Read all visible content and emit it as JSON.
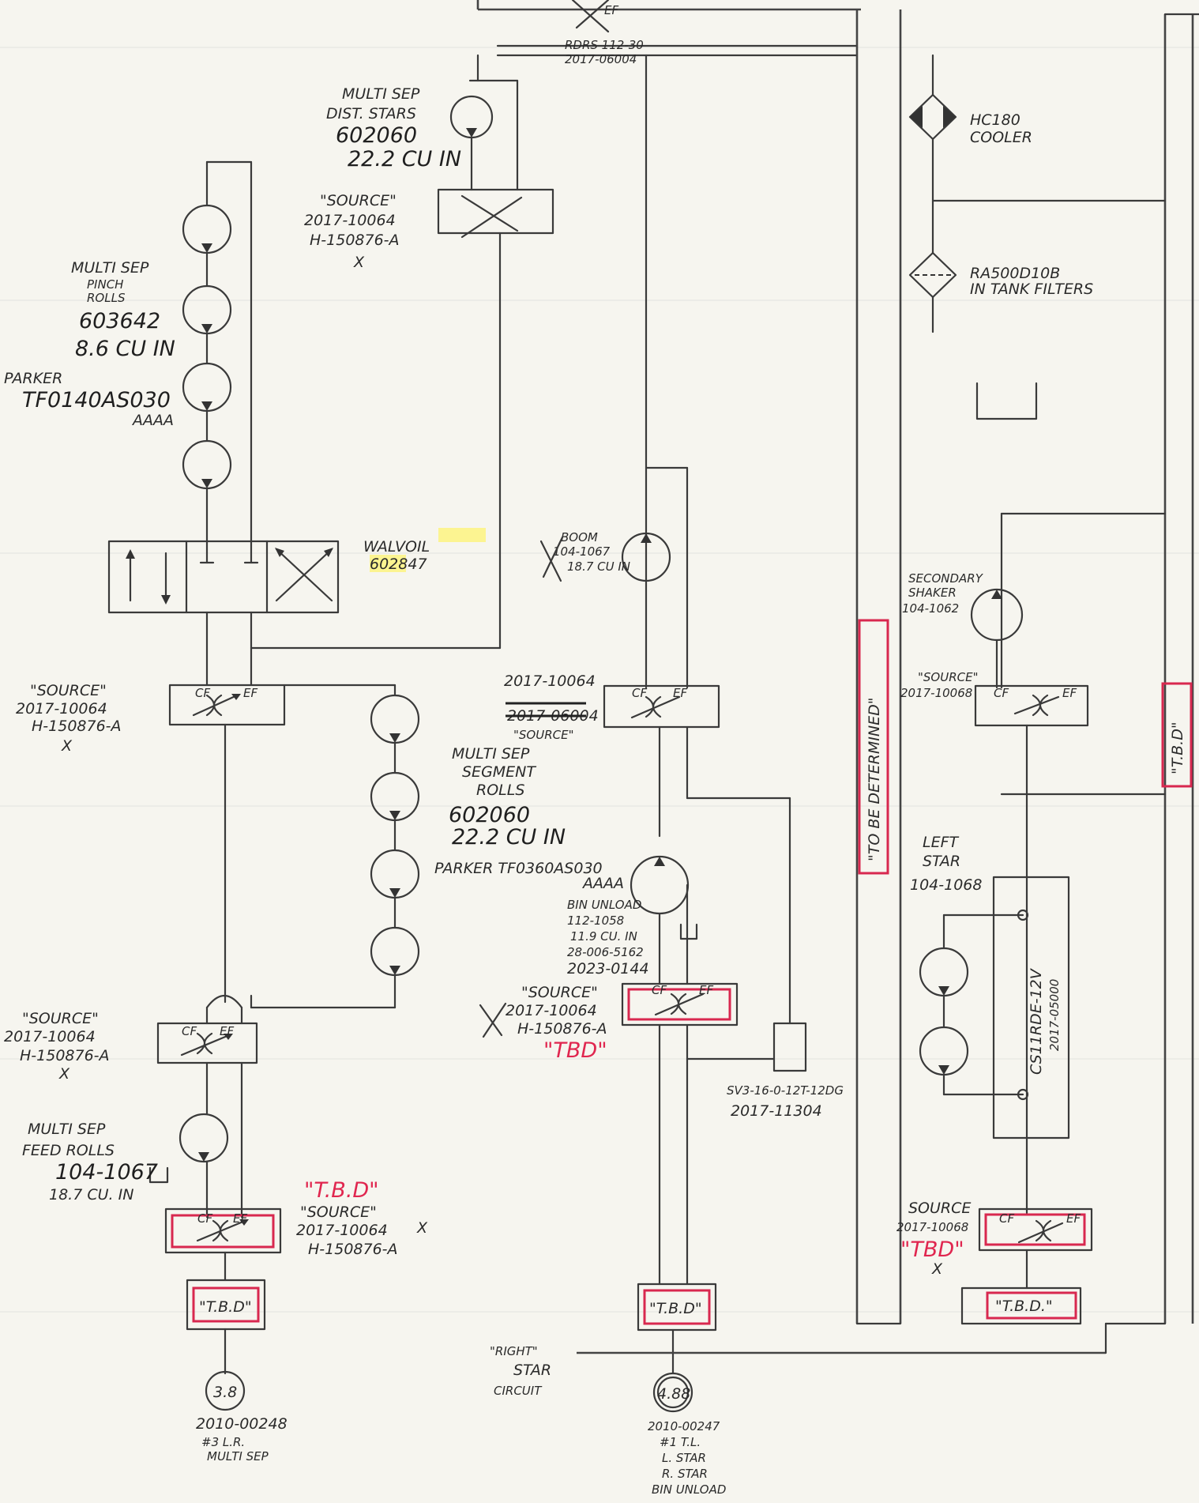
{
  "notes": {
    "hc180_cooler": [
      "HC180",
      "COOLER"
    ],
    "in_tank_filters": [
      "RA500D10B",
      "IN TANK FILTERS"
    ],
    "to_be_determined": "\"TO BE DETERMINED\"",
    "tbd_right": "\"T.B.D\"",
    "top_tag": [
      "RDRS 112-30",
      "2017-06004"
    ]
  },
  "upper_left": {
    "dist_stars": [
      "MULTI SEP",
      "DIST. STARS",
      "602060",
      "22.2 CU IN"
    ],
    "source": [
      "\"SOURCE\"",
      "2017-10064",
      "H-150876-A",
      "X"
    ],
    "pinch_rolls": [
      "MULTI SEP",
      "PINCH",
      "ROLLS",
      "603642",
      "8.6 CU IN"
    ],
    "parker": [
      "PARKER",
      "TF0140AS030",
      "AAAA"
    ],
    "walvoil": [
      "WALVOIL",
      "602847"
    ]
  },
  "left_circuit": {
    "source_1": [
      "\"SOURCE\"",
      "2017-10064",
      "H-150876-A",
      "X"
    ],
    "source_2": [
      "\"SOURCE\"",
      "2017-10064",
      "H-150876-A",
      "X"
    ],
    "feed_rolls": [
      "MULTI SEP",
      "FEED ROLLS",
      "104-1067",
      "18.7 CU. IN"
    ],
    "tbd_label": "\"T.B.D\"",
    "source_3": [
      "\"SOURCE\"",
      "2017-10064",
      "H-150876-A",
      "X"
    ],
    "tbd_box": "\"T.B.D\"",
    "gauge": "3.8",
    "gauge_label": [
      "2010-00248",
      "#3 L.R.",
      "MULTI SEP"
    ]
  },
  "center_circuit": {
    "boom": [
      "BOOM",
      "104-1067",
      "18.7 CU IN"
    ],
    "valve_labels": [
      "2017-10064",
      "2017-06004",
      "\"SOURCE\""
    ],
    "segment_rolls": [
      "MULTI SEP",
      "SEGMENT",
      "ROLLS",
      "602060",
      "22.2 CU IN"
    ],
    "parker": [
      "PARKER TF0360AS030",
      "AAAA"
    ],
    "bin_unload": [
      "BIN UNLOAD",
      "112-1058",
      "11.9 CU. IN",
      "28-006-5162",
      "2023-0144"
    ],
    "source": [
      "\"SOURCE\"",
      "2017-10064",
      "H-150876-A"
    ],
    "tbd_red": "\"TBD\"",
    "sv3": [
      "SV3-16-0-12T-12DG",
      "2017-11304"
    ],
    "tbd_box": "\"T.B.D\"",
    "right_star": [
      "\"RIGHT\"",
      "STAR",
      "CIRCUIT"
    ],
    "gauge": "4.88",
    "gauge_label": [
      "2010-00247",
      "#1 T.L.",
      "L. STAR",
      "R. STAR",
      "BIN UNLOAD"
    ]
  },
  "right_circuit": {
    "secondary_shaker": [
      "SECONDARY",
      "SHAKER",
      "104-1062"
    ],
    "source_top": [
      "\"SOURCE\"",
      "2017-10068"
    ],
    "left_star": [
      "LEFT",
      "STAR",
      "104-1068"
    ],
    "valve_vertical": [
      "CS11RDE-12V",
      "2017-05000"
    ],
    "source_bottom": [
      "SOURCE",
      "2017-10068",
      "\"TBD\"",
      "X"
    ],
    "tbd_box": "\"T.B.D.\""
  },
  "valve_text": {
    "cf": "CF",
    "ef": "EF"
  }
}
